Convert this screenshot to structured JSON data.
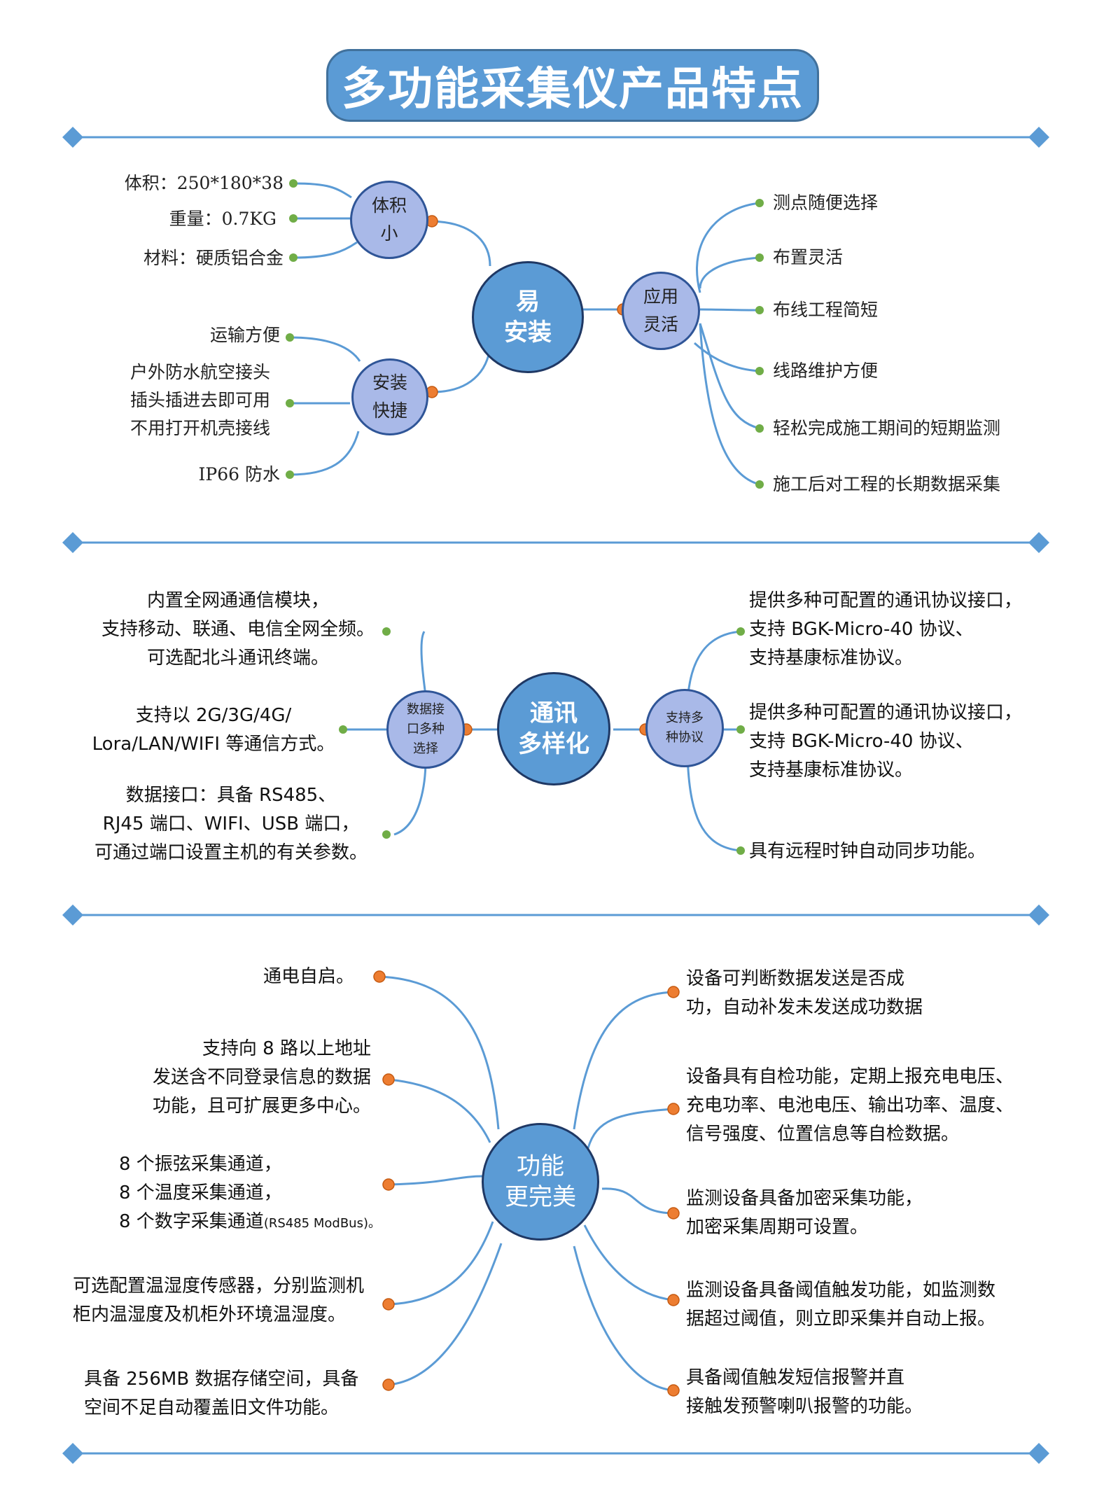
{
  "title": "多功能采集仪产品特点",
  "colors": {
    "line": "#5b9bd5",
    "dot_green": "#70ad47",
    "dot_orange": "#ed7d31",
    "node_small": "#a9b9e8",
    "node_large": "#5b9bd5"
  },
  "section1": {
    "center": "易\n安装",
    "volume_node": "体积\n小",
    "volume_items": [
      "体积：250*180*38",
      "重量：0.7KG",
      "材料：硬质铝合金"
    ],
    "install_node": "安装\n快捷",
    "install_items": [
      "运输方便",
      "户外防水航空接头\n插头插进去即可用\n不用打开机壳接线",
      "IP66 防水"
    ],
    "apply_node": "应用\n灵活",
    "apply_items": [
      "测点随便选择",
      "布置灵活",
      "布线工程简短",
      "线路维护方便",
      "轻松完成施工期间的短期监测",
      "施工后对工程的长期数据采集"
    ]
  },
  "section2": {
    "center": "通讯\n多样化",
    "iface_node": "数据接\n口多种\n选择",
    "iface_items": [
      "内置全网通通信模块，\n支持移动、联通、电信全网全频。\n可选配北斗通讯终端。",
      "支持以 2G/3G/4G/\nLora/LAN/WIFI 等通信方式。",
      "数据接口：具备 RS485、\nRJ45 端口、WIFI、USB 端口，\n可通过端口设置主机的有关参数。"
    ],
    "proto_node": "支持多\n种协议",
    "proto_items": [
      "提供多种可配置的通讯协议接口，\n支持 BGK-Micro-40 协议、\n支持基康标准协议。",
      "提供多种可配置的通讯协议接口，\n支持 BGK-Micro-40 协议、\n支持基康标准协议。",
      "具有远程时钟自动同步功能。"
    ]
  },
  "section3": {
    "center": "功能\n更完美",
    "left_items": [
      "通电自启。",
      "支持向 8 路以上地址\n发送含不同登录信息的数据\n功能，且可扩展更多中心。",
      "8 个振弦采集通道，\n8 个温度采集通道，",
      "8 个数字采集通道",
      "(RS485 ModBus)。",
      "可选配置温湿度传感器，分别监测机\n柜内温湿度及机柜外环境温湿度。",
      "具备 256MB 数据存储空间，具备\n空间不足自动覆盖旧文件功能。"
    ],
    "right_items": [
      "设备可判断数据发送是否成\n功，自动补发未发送成功数据",
      "设备具有自检功能，定期上报充电电压、\n充电功率、电池电压、输出功率、温度、\n信号强度、位置信息等自检数据。",
      "监测设备具备加密采集功能，\n加密采集周期可设置。",
      "监测设备具备阈值触发功能，如监测数\n据超过阈值，则立即采集并自动上报。",
      "具备阈值触发短信报警并直\n接触发预警喇叭报警的功能。"
    ]
  }
}
